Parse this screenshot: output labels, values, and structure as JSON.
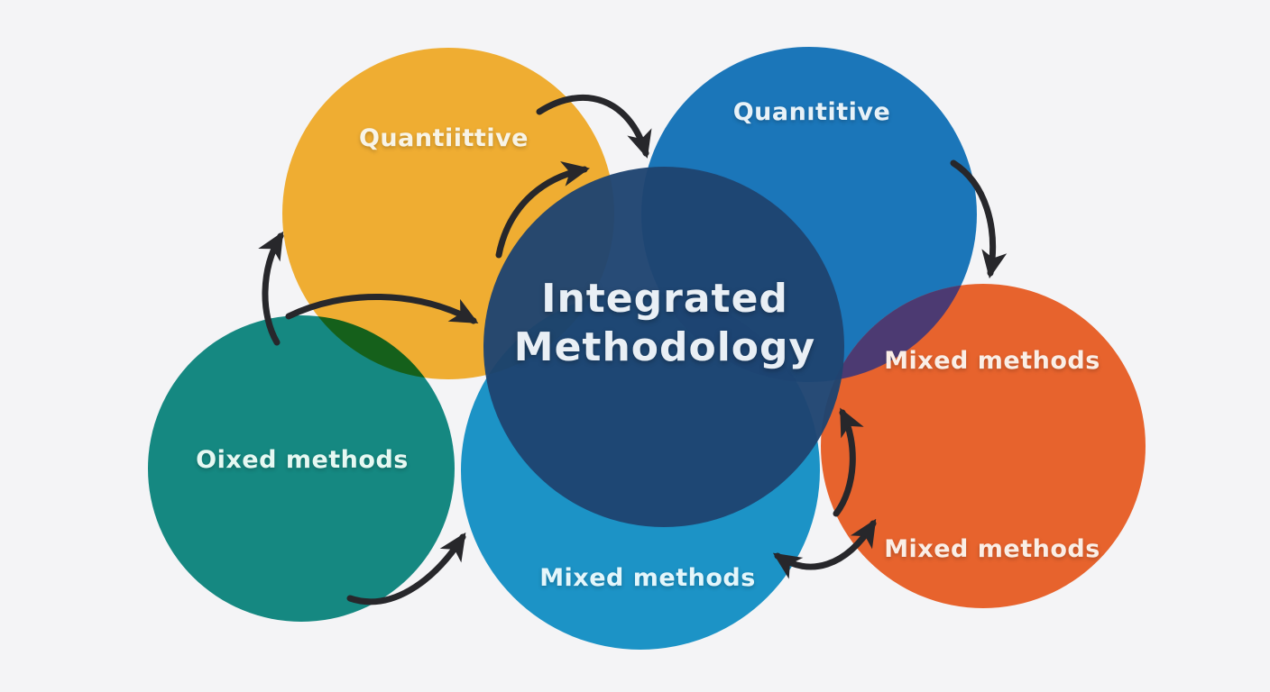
{
  "diagram": {
    "background": "#f4f4f6",
    "arrow_color": "#27272b",
    "overlap_purple_color": "#4c3a72",
    "center": {
      "label_line1": "Integrated",
      "label_line2": "Methodology",
      "color": "#1e4470",
      "text_color": "#e9eff5"
    },
    "circles": [
      {
        "id": "quantitative-yellow",
        "label": "Quantiittive",
        "color": "#efad32",
        "text_color": "#f8f4e7"
      },
      {
        "id": "quantitative-blue",
        "label": "Quanıtitive",
        "color": "#1b76b9",
        "text_color": "#e8f2f8"
      },
      {
        "id": "mixed-methods-teal",
        "label": "Oixed methods",
        "color": "#168e86",
        "text_color": "#e6f8f2"
      },
      {
        "id": "mixed-methods-orange",
        "label": "Mixed methods",
        "label2": "Mixed methods",
        "color": "#e7632d",
        "text_color": "#faeee6"
      },
      {
        "id": "mixed-methods-lightblue",
        "label": "Mixed methods",
        "color": "#1d9ace",
        "text_color": "#e4f6fb"
      }
    ]
  }
}
